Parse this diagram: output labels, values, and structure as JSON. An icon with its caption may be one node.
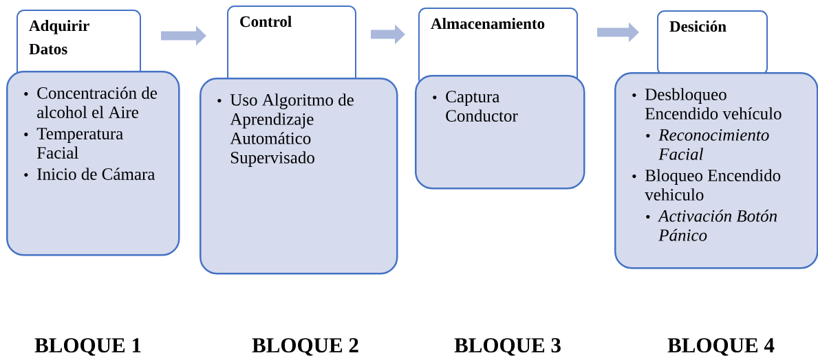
{
  "diagram": {
    "nodes": [
      {
        "text": [
          "Adquirir Datos"
        ]
      },
      {
        "text": [
          "Concentración de alcohol el Aire",
          "Temperatura Facial",
          "Inicio de Cámara"
        ]
      },
      {
        "text": [
          "Control"
        ]
      },
      {
        "text": [
          "Uso Algoritmo de Aprendizaje Automático Supervisado"
        ]
      },
      {
        "text": [
          "Almacenamiento"
        ]
      },
      {
        "text": [
          "Captura Conductor"
        ]
      },
      {
        "text": [
          "Desición"
        ]
      },
      {
        "text": [
          "Desbloqueo Encendido vehículo",
          "Reconocimiento Facial",
          "Bloqueo Encendido vehiculo",
          "Activación Botón Pánico"
        ]
      }
    ],
    "edges": [
      {
        "from": 0,
        "to": 2,
        "arrow": "to"
      },
      {
        "from": 2,
        "to": 4,
        "arrow": "to"
      },
      {
        "from": 4,
        "to": 6,
        "arrow": "to"
      }
    ],
    "labels": [
      "BLOQUE 1",
      "BLOQUE 2",
      "BLOQUE 3",
      "BLOQUE 4"
    ]
  }
}
